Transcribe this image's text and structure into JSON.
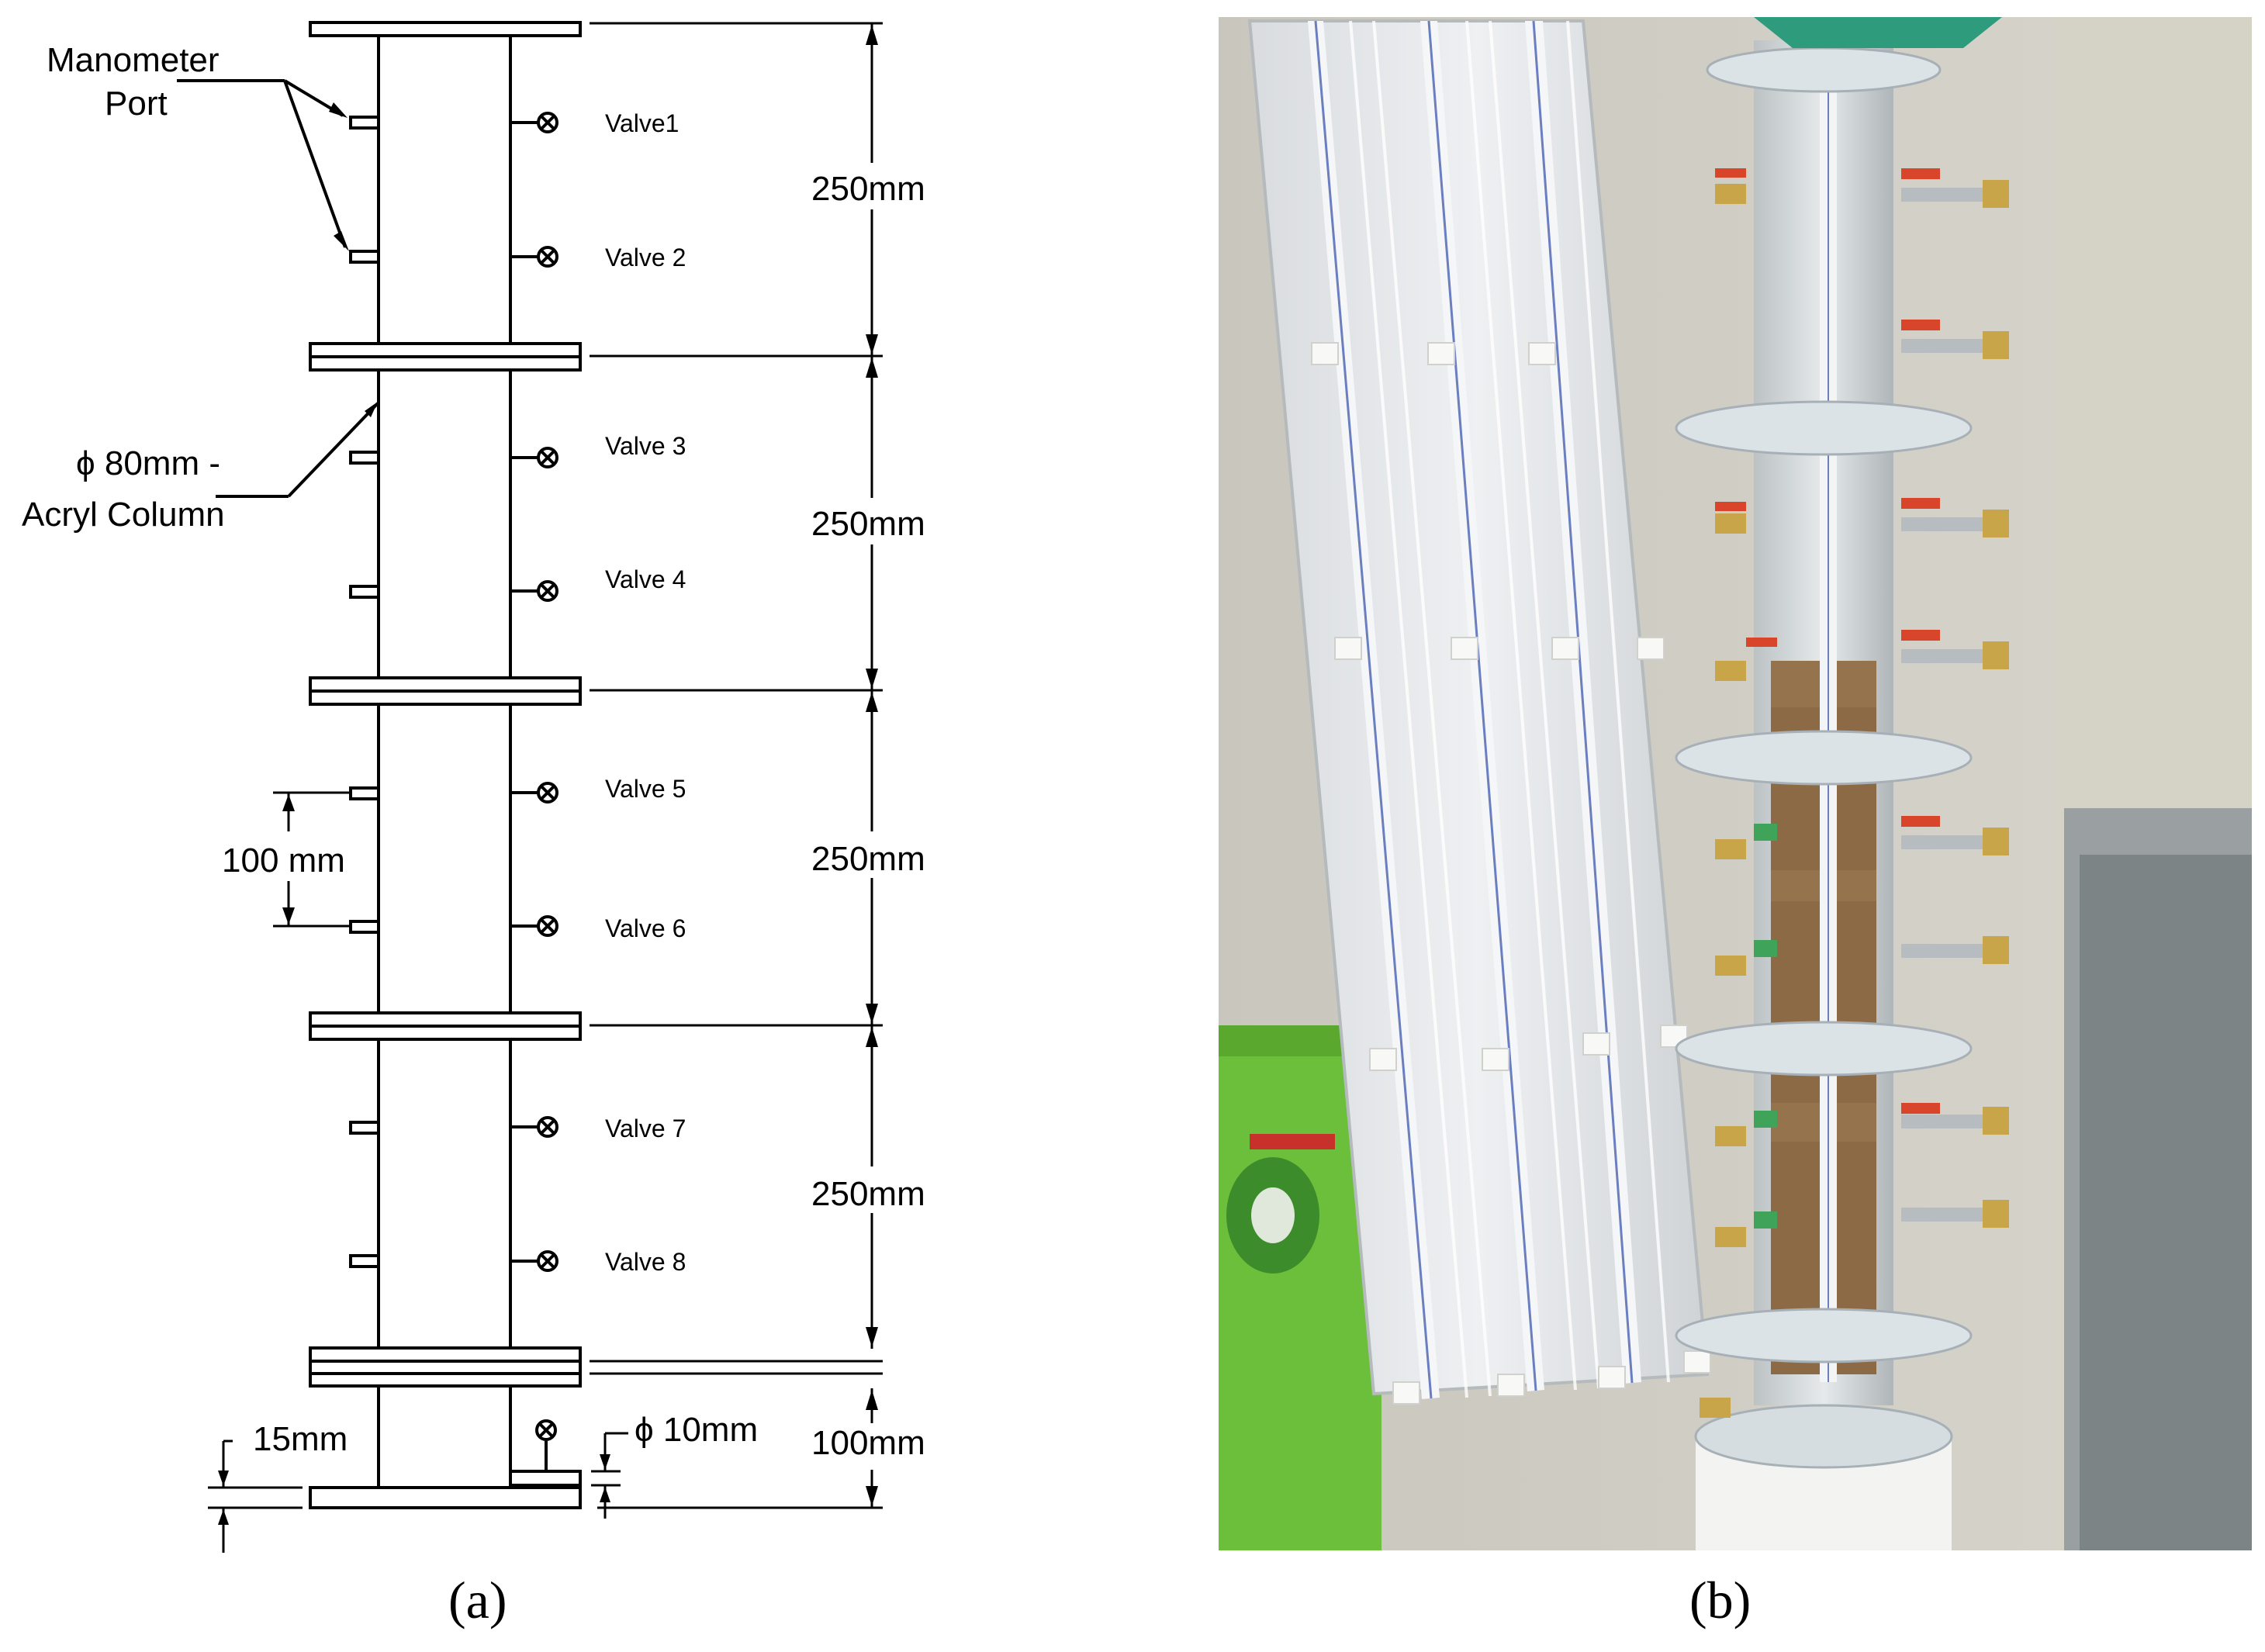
{
  "diagram": {
    "manometer_label": [
      "Manometer",
      "Port"
    ],
    "column_label": [
      "ϕ 80mm -",
      "Acryl  Column"
    ],
    "valves": [
      "Valve1",
      "Valve 2",
      "Valve 3",
      "Valve 4",
      "Valve 5",
      "Valve 6",
      "Valve 7",
      "Valve 8"
    ],
    "section_dims": [
      "250mm",
      "250mm",
      "250mm",
      "250mm",
      "100mm"
    ],
    "port_spacing": "100 mm",
    "flange_thickness": "15mm",
    "outlet_diameter": "ϕ 10mm"
  },
  "captions": {
    "a": "(a)",
    "b": "(b)"
  }
}
